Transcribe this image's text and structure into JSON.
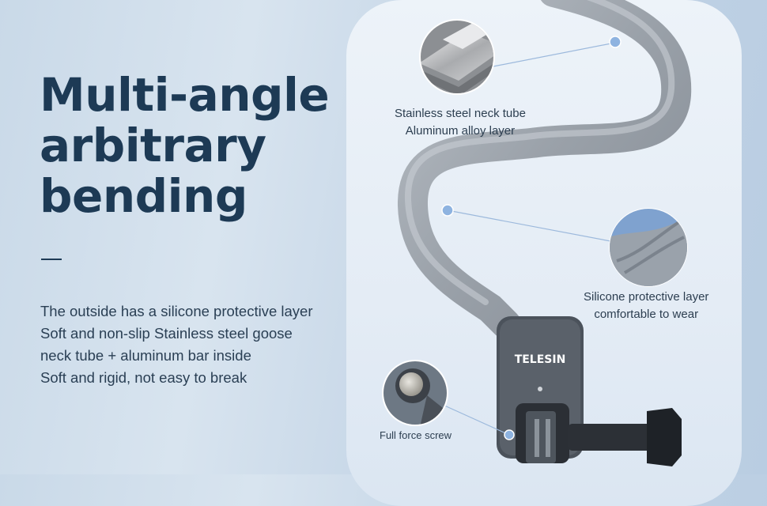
{
  "headline": {
    "line1": "Multi-angle",
    "line2": "arbitrary",
    "line3": "bending"
  },
  "description": {
    "lines": [
      "The outside has a silicone protective layer",
      "Soft and non-slip Stainless steel goose",
      "neck tube + aluminum bar inside",
      "Soft and rigid, not easy to break"
    ]
  },
  "callouts": {
    "steel": {
      "line1": "Stainless steel neck tube",
      "line2": "Aluminum alloy layer"
    },
    "silicone": {
      "line1": "Silicone protective layer",
      "line2": "comfortable to wear"
    },
    "screw": {
      "line1": "Full force screw"
    }
  },
  "brand": {
    "logo_text": "TELESIN"
  },
  "colors": {
    "headline": "#1d3a55",
    "accent_dot": "#8eb3e0",
    "panel": "#e7eef6"
  }
}
